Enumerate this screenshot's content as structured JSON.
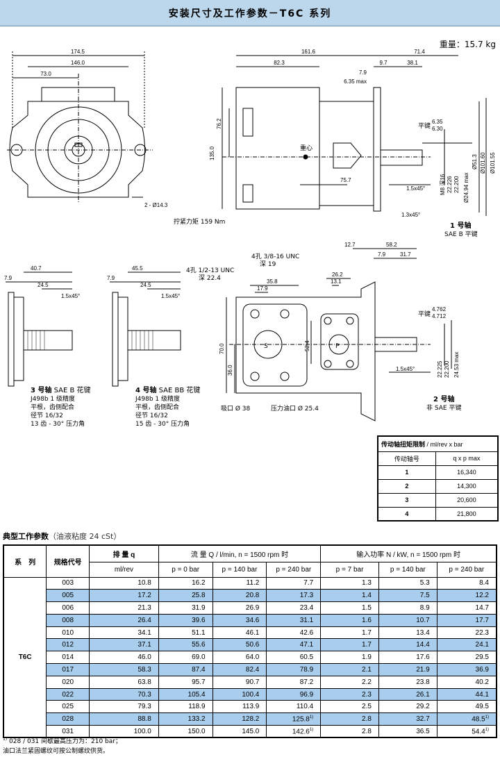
{
  "title": "安装尺寸及工作参数－T6C 系列",
  "weight": "重量：15.7 kg",
  "drawing": {
    "top_dims": [
      "174.5",
      "146.0",
      "73.0",
      "161.6",
      "82.3",
      "71.4",
      "9.7",
      "38.1",
      "7.9",
      "6.35 max"
    ],
    "side_dims": [
      "76.2",
      "135.0",
      "75.7",
      "2 - Ø14.3",
      "1.3x45°",
      "1.5x45°",
      "M8 深16"
    ],
    "shaft1_dims": [
      "6.35",
      "6.30",
      "Ø51.3",
      "Ø101.60",
      "Ø101.55",
      "22.226",
      "22.200",
      "Ø24.94 max"
    ],
    "key_label": "平键",
    "center_label": "重心",
    "torque_label": "拧紧力矩 159 Nm",
    "shaft1": {
      "name": "1 号轴",
      "desc": "SAE B 平键"
    },
    "shaft3": {
      "name": "3 号轴",
      "type": "SAE B 花键",
      "dims": [
        "7.9",
        "40.7",
        "24.5",
        "1.5x45°"
      ],
      "lines": [
        "J498b 1 级精度",
        "平根，齿侧配合",
        "径节 16/32",
        "13 齿 - 30° 压力角"
      ]
    },
    "shaft4": {
      "name": "4 号轴",
      "type": "SAE BB 花键",
      "dims": [
        "7.9",
        "45.5",
        "24.5",
        "1.5x45°"
      ],
      "lines": [
        "J498b 1 级精度",
        "平根，齿侧配合",
        "径节 16/32",
        "15 齿 - 30° 压力角"
      ]
    },
    "port_view": {
      "holes_left": "4孔 1/2-13 UNC",
      "holes_left_depth": "深 22.4",
      "holes_right": "4孔 3/8-16 UNC",
      "holes_right_depth": "深 19",
      "dims": [
        "35.8",
        "17.9",
        "26.2",
        "13.1",
        "70.0",
        "36.0",
        "52.4",
        "12.7",
        "58.2",
        "7.9",
        "31.7",
        "4.762",
        "4.712",
        "22.225",
        "22.200",
        "24.53 max",
        "1.5x45°"
      ],
      "suction": "吸口 Ø 38",
      "pressure": "压力油口 Ø 25.4",
      "s_label": "S",
      "p_label": "P"
    },
    "shaft2": {
      "name": "2 号轴",
      "desc": "非 SAE  平键"
    }
  },
  "torque_table": {
    "title_bold": "传动轴扭矩限制",
    "title_unit": " / ml/rev x bar",
    "col1": "传动轴号",
    "col2": "q x p max",
    "rows": [
      [
        "1",
        "16,340"
      ],
      [
        "2",
        "14,300"
      ],
      [
        "3",
        "20,600"
      ],
      [
        "4",
        "21,800"
      ]
    ]
  },
  "perf": {
    "title_bold": "典型工作参数",
    "title_sub": "（油液粘度 24 cSt）",
    "headers": {
      "series": "系　列",
      "model": "规格代号",
      "disp": "排 量 q",
      "disp_unit": "ml/rev",
      "flow": "流 量 Q / l/min,   n = 1500 rpm 时",
      "power": "输入功率 N / kW,   n = 1500 rpm 时",
      "flow_cols": [
        "p = 0 bar",
        "p = 140 bar",
        "p = 240 bar"
      ],
      "power_cols": [
        "p = 7 bar",
        "p = 140 bar",
        "p = 240 bar"
      ]
    },
    "series_name": "T6C",
    "rows": [
      [
        "003",
        "10.8",
        "16.2",
        "11.2",
        "7.7",
        "1.3",
        "5.3",
        "8.4"
      ],
      [
        "005",
        "17.2",
        "25.8",
        "20.8",
        "17.3",
        "1.4",
        "7.5",
        "12.2"
      ],
      [
        "006",
        "21.3",
        "31.9",
        "26.9",
        "23.4",
        "1.5",
        "8.9",
        "14.7"
      ],
      [
        "008",
        "26.4",
        "39.6",
        "34.6",
        "31.1",
        "1.6",
        "10.7",
        "17.7"
      ],
      [
        "010",
        "34.1",
        "51.1",
        "46.1",
        "42.6",
        "1.7",
        "13.4",
        "22.3"
      ],
      [
        "012",
        "37.1",
        "55.6",
        "50.6",
        "47.1",
        "1.7",
        "14.4",
        "24.1"
      ],
      [
        "014",
        "46.0",
        "69.0",
        "64.0",
        "60.5",
        "1.9",
        "17.6",
        "29.5"
      ],
      [
        "017",
        "58.3",
        "87.4",
        "82.4",
        "78.9",
        "2.1",
        "21.9",
        "36.9"
      ],
      [
        "020",
        "63.8",
        "95.7",
        "90.7",
        "87.2",
        "2.2",
        "23.8",
        "40.2"
      ],
      [
        "022",
        "70.3",
        "105.4",
        "100.4",
        "96.9",
        "2.3",
        "26.1",
        "44.1"
      ],
      [
        "025",
        "79.3",
        "118.9",
        "113.9",
        "110.4",
        "2.5",
        "29.2",
        "49.5"
      ],
      [
        "028",
        "88.8",
        "133.2",
        "128.2",
        "125.8",
        "2.8",
        "32.7",
        "48.5"
      ],
      [
        "031",
        "100.0",
        "150.0",
        "145.0",
        "142.6",
        "2.8",
        "36.5",
        "54.4"
      ]
    ],
    "footnote_mark": "1)",
    "highlight_color": "#a9cdec"
  },
  "footnote": {
    "mark": "1)",
    "line1": " 028 / 031 间歇最高压力为：210 bar；",
    "line2": "油口法兰紧固螺纹可按公制螺纹供货。"
  }
}
